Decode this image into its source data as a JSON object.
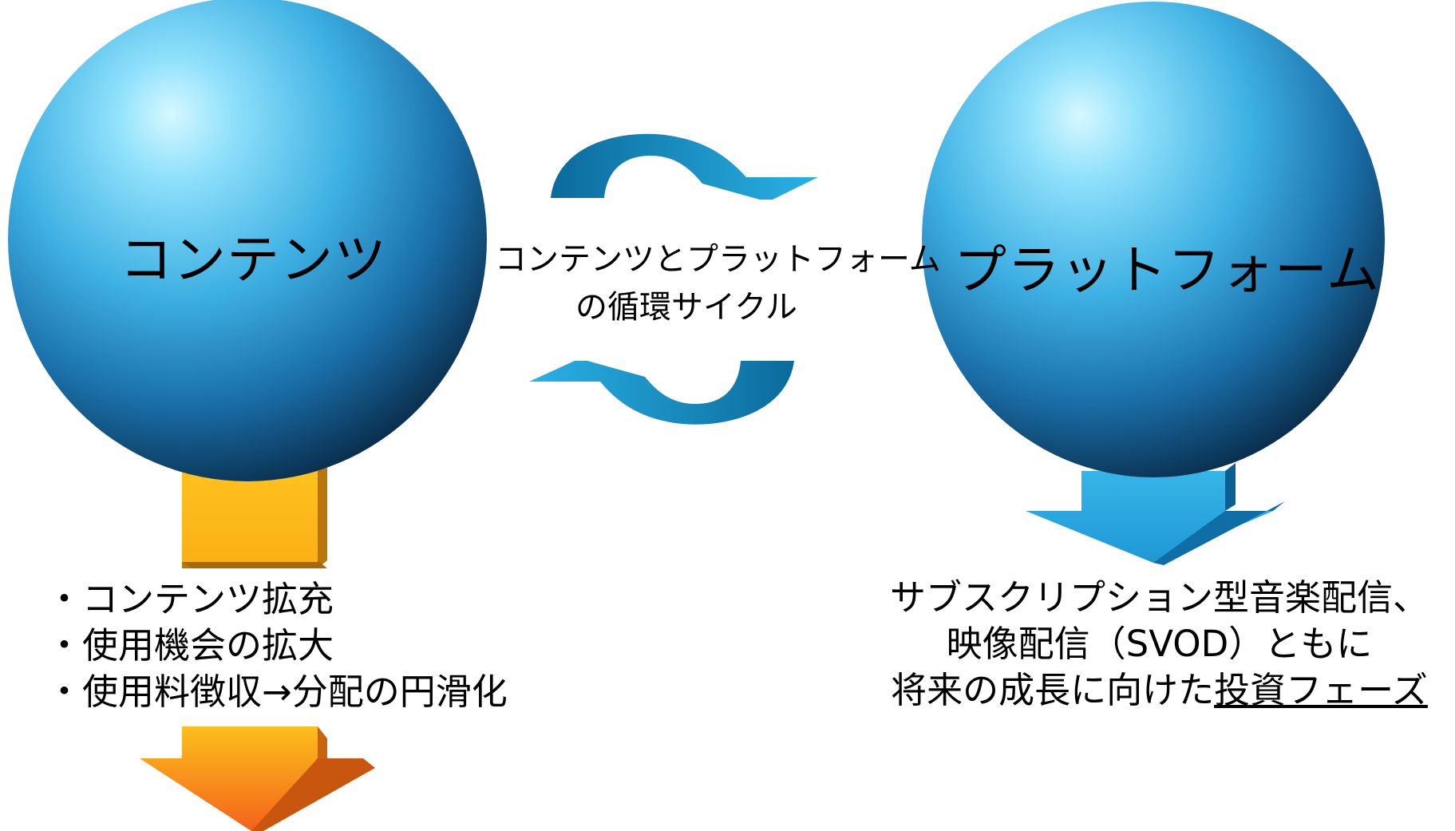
{
  "colors": {
    "sphere_light": "#c4f4ff",
    "sphere_mid": "#47b6e6",
    "sphere_dark": "#08375a",
    "cycle_arrow_dark": "#0b6c9e",
    "cycle_arrow_light": "#2eaee0",
    "gold_arrow": "#fdb51a",
    "gold_arrow_dark": "#c07e0c",
    "orange_arrow_top": "#fbb11a",
    "orange_arrow_bottom": "#f56a14",
    "blue_arrow": "#27a6de",
    "blue_arrow_dark": "#0b5f92"
  },
  "spheres": {
    "left_label": "コンテンツ",
    "right_label": "プラットフォーム"
  },
  "cycle": {
    "line1": "コンテンツとプラットフォーム",
    "line2": "の循環サイクル"
  },
  "left_list": {
    "items": [
      "・コンテンツ拡充",
      "・使用機会の拡大",
      "・使用料徴収→分配の円滑化"
    ]
  },
  "right_text": {
    "line1": "サブスクリプション型音楽配信、",
    "line2": "映像配信（SVOD）ともに",
    "line3_plain": "将来の成長に向けた",
    "line3_underlined": "投資フェーズ"
  }
}
